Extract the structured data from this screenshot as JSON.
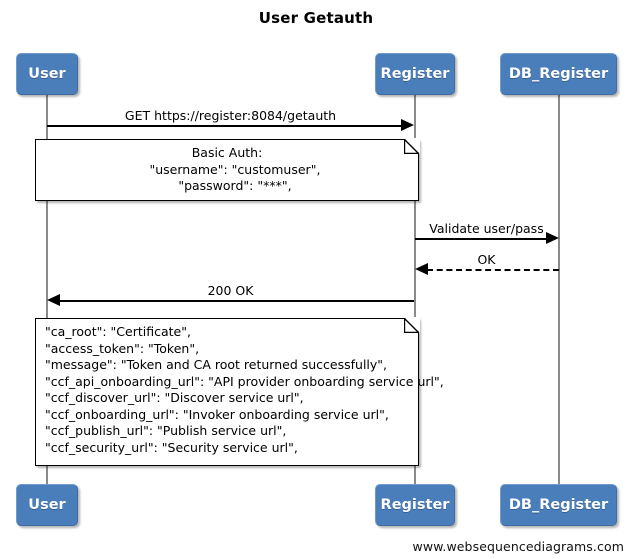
{
  "title": "User Getauth",
  "footer": "www.websequencediagrams.com",
  "colors": {
    "participant_fill": "#4a7ebb",
    "participant_text": "#ffffff",
    "lifeline": "#8a8a8a",
    "message": "#000000",
    "note_fill": "#ffffff",
    "note_border": "#000000",
    "background": "#ffffff"
  },
  "participants": [
    {
      "id": "user",
      "label": "User"
    },
    {
      "id": "register",
      "label": "Register"
    },
    {
      "id": "db_register",
      "label": "DB_Register"
    }
  ],
  "participants_bottom": [
    {
      "id": "user",
      "label": "User"
    },
    {
      "id": "register",
      "label": "Register"
    },
    {
      "id": "db_register",
      "label": "DB_Register"
    }
  ],
  "messages": [
    {
      "id": "m1",
      "label": "GET https://register:8084/getauth",
      "from": "user",
      "to": "register",
      "direction": "right",
      "style": "solid"
    },
    {
      "id": "m2",
      "label": "Validate user/pass",
      "from": "register",
      "to": "db_register",
      "direction": "right",
      "style": "solid"
    },
    {
      "id": "m3",
      "label": "OK",
      "from": "db_register",
      "to": "register",
      "direction": "left",
      "style": "dashed"
    },
    {
      "id": "m4",
      "label": "200 OK",
      "from": "register",
      "to": "user",
      "direction": "left",
      "style": "solid"
    }
  ],
  "notes": [
    {
      "id": "note-basic-auth",
      "align": "center",
      "lines": [
        "Basic Auth:",
        "    \"username\": \"customuser\",",
        "    \"password\": \"***\","
      ]
    },
    {
      "id": "note-response-json",
      "align": "left",
      "lines": [
        "\"ca_root\": \"Certificate\",",
        "\"access_token\": \"Token\",",
        "\"message\": \"Token and CA root returned successfully\",",
        "\"ccf_api_onboarding_url\": \"API provider onboarding service url\",",
        "\"ccf_discover_url\": \"Discover service url\",",
        "\"ccf_onboarding_url\": \"Invoker onboarding service url\",",
        "\"ccf_publish_url\": \"Publish service url\",",
        "\"ccf_security_url\": \"Security service url\","
      ]
    }
  ]
}
